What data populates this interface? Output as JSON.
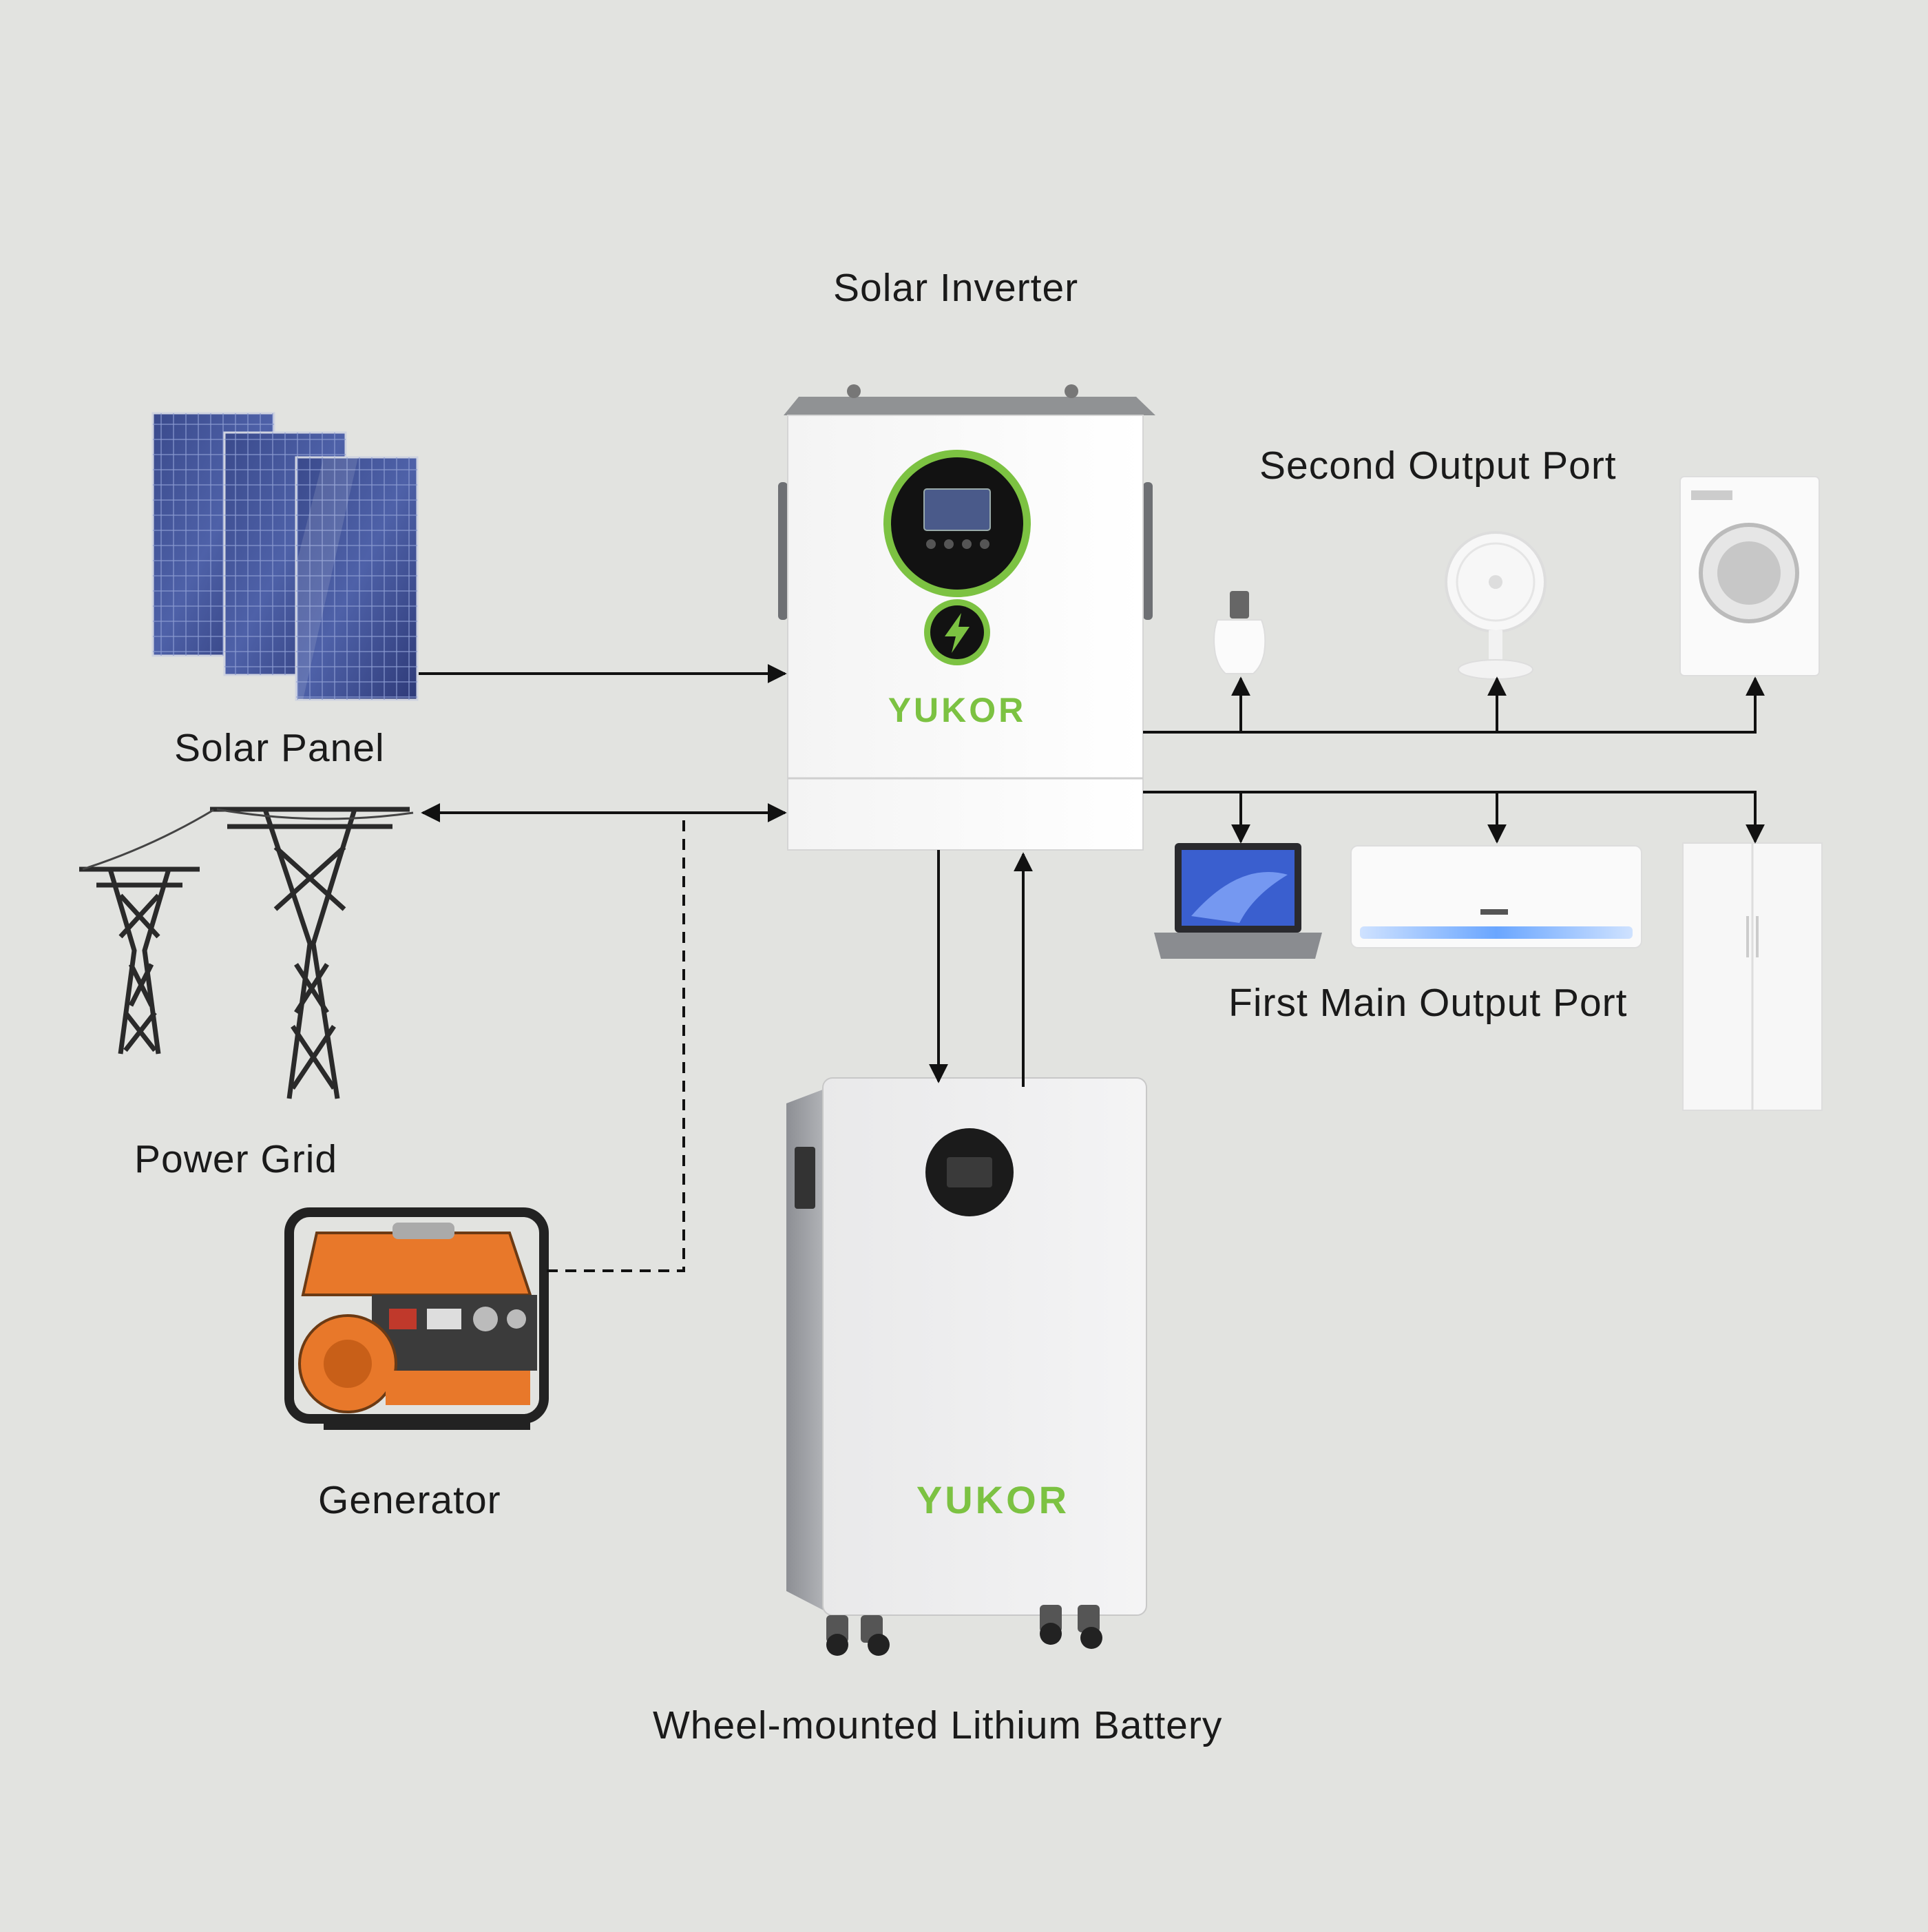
{
  "labels": {
    "solar_inverter": "Solar Inverter",
    "solar_panel": "Solar Panel",
    "power_grid": "Power Grid",
    "generator": "Generator",
    "battery": "Wheel-mounted Lithium Battery",
    "second_output_port": "Second Output Port",
    "first_main_output_port": "First Main Output Port"
  },
  "brand": {
    "name": "YUKOR",
    "color": "#7cc242"
  },
  "colors": {
    "background": "#e2e3e0",
    "connector": "#111111",
    "inverter_ring": "#7cc242",
    "generator_body": "#e8782a"
  },
  "connections": [
    {
      "from": "Solar Panel",
      "to": "Solar Inverter",
      "style": "solid",
      "direction": "one-way"
    },
    {
      "from": "Power Grid",
      "to": "Solar Inverter",
      "style": "solid",
      "direction": "two-way"
    },
    {
      "from": "Generator",
      "to": "Solar Inverter",
      "style": "dashed",
      "direction": "one-way"
    },
    {
      "from": "Solar Inverter",
      "to": "Wheel-mounted Lithium Battery",
      "style": "solid",
      "direction": "two-way"
    },
    {
      "from": "Solar Inverter",
      "to": "Second Output Port",
      "style": "solid",
      "direction": "one-way"
    },
    {
      "from": "Solar Inverter",
      "to": "First Main Output Port",
      "style": "solid",
      "direction": "one-way"
    }
  ],
  "second_output_devices": [
    "light-bulb-icon",
    "desk-fan-icon",
    "washing-machine-icon"
  ],
  "first_output_devices": [
    "laptop-icon",
    "air-conditioner-icon",
    "refrigerator-icon"
  ]
}
